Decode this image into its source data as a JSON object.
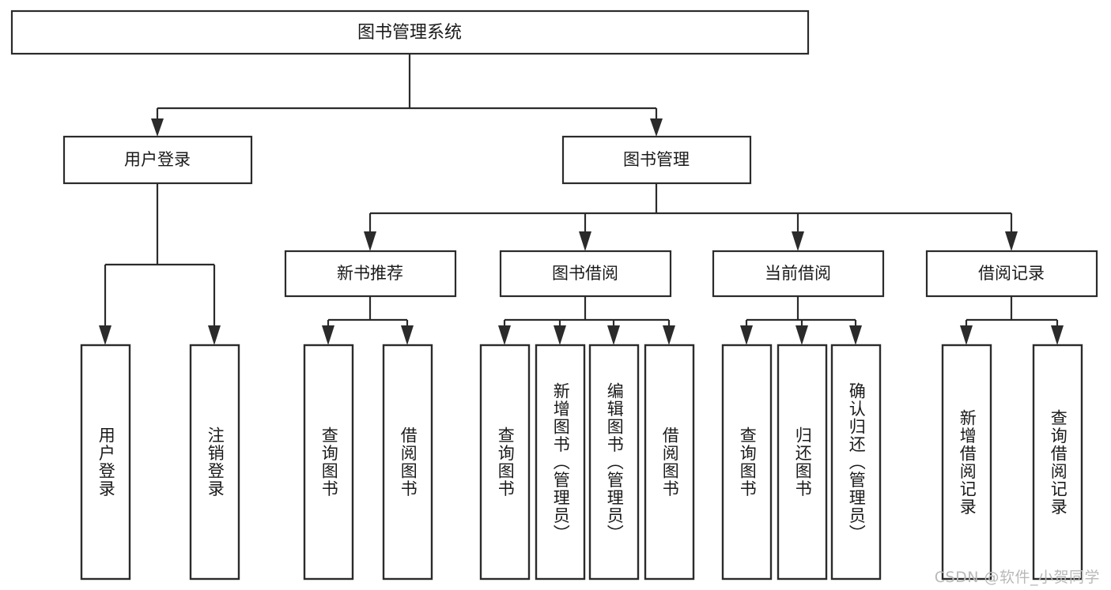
{
  "diagram": {
    "title": "图书管理系统",
    "type": "hierarchy-tree",
    "watermark": "CSDN @软件_小贺同学",
    "colors": {
      "background": "#ffffff",
      "box_fill": "#ffffff",
      "box_stroke": "#2b2b2b",
      "text": "#1a1a1a",
      "watermark": "#b9b9b9"
    },
    "levels": {
      "level0": [
        {
          "id": "root",
          "label": "图书管理系统"
        }
      ],
      "level1": [
        {
          "id": "user-login",
          "label": "用户登录",
          "parent": "root"
        },
        {
          "id": "book-manage",
          "label": "图书管理",
          "parent": "root"
        }
      ],
      "level2": [
        {
          "id": "new-book-rec",
          "label": "新书推荐",
          "parent": "book-manage"
        },
        {
          "id": "book-borrow",
          "label": "图书借阅",
          "parent": "book-manage"
        },
        {
          "id": "current-borrow",
          "label": "当前借阅",
          "parent": "book-manage"
        },
        {
          "id": "borrow-record",
          "label": "借阅记录",
          "parent": "book-manage"
        }
      ],
      "leaves": [
        {
          "id": "leaf-user-login",
          "label": "用户登录",
          "parent": "user-login"
        },
        {
          "id": "leaf-logout-login",
          "label": "注销登录",
          "parent": "user-login"
        },
        {
          "id": "leaf-query-book-1",
          "label": "查询图书",
          "parent": "new-book-rec"
        },
        {
          "id": "leaf-borrow-book-1",
          "label": "借阅图书",
          "parent": "new-book-rec"
        },
        {
          "id": "leaf-query-book-2",
          "label": "查询图书",
          "parent": "book-borrow"
        },
        {
          "id": "leaf-add-book",
          "label": "新增图书（管理员）",
          "parent": "book-borrow"
        },
        {
          "id": "leaf-edit-book",
          "label": "编辑图书（管理员）",
          "parent": "book-borrow"
        },
        {
          "id": "leaf-borrow-book-2",
          "label": "借阅图书",
          "parent": "book-borrow"
        },
        {
          "id": "leaf-query-book-3",
          "label": "查询图书",
          "parent": "current-borrow"
        },
        {
          "id": "leaf-return-book",
          "label": "归还图书",
          "parent": "current-borrow"
        },
        {
          "id": "leaf-confirm-return",
          "label": "确认归还（管理员）",
          "parent": "current-borrow"
        },
        {
          "id": "leaf-add-record",
          "label": "新增借阅记录",
          "parent": "borrow-record"
        },
        {
          "id": "leaf-query-record",
          "label": "查询借阅记录",
          "parent": "borrow-record"
        }
      ]
    }
  }
}
